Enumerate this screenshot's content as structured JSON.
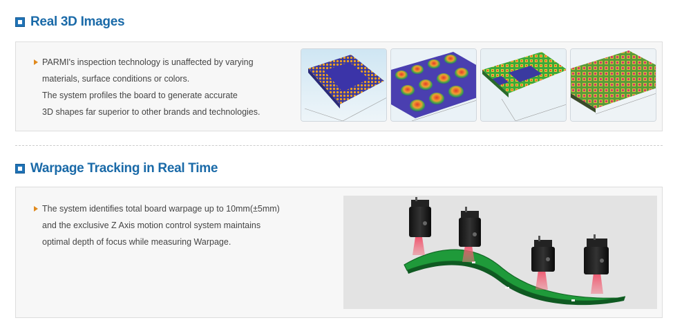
{
  "sections": [
    {
      "title": "Real 3D Images",
      "lines": [
        "PARMI's inspection technology is unaffected by varying",
        "materials, surface conditions or colors.",
        "The system profiles the board to generate accurate",
        "3D shapes far superior to other brands and technologies."
      ]
    },
    {
      "title": "Warpage Tracking in Real Time",
      "lines": [
        "The system identifies total board warpage up to 10mm(±5mm)",
        "and the exclusive Z Axis motion control system maintains",
        "optimal depth of focus while measuring Warpage."
      ]
    }
  ],
  "colors": {
    "heading": "#1a6aa8",
    "bullet": "#e08a1e",
    "panel_bg": "#f7f7f7",
    "board_green": "#1f9a3a",
    "laser_red": "#e0374a"
  }
}
